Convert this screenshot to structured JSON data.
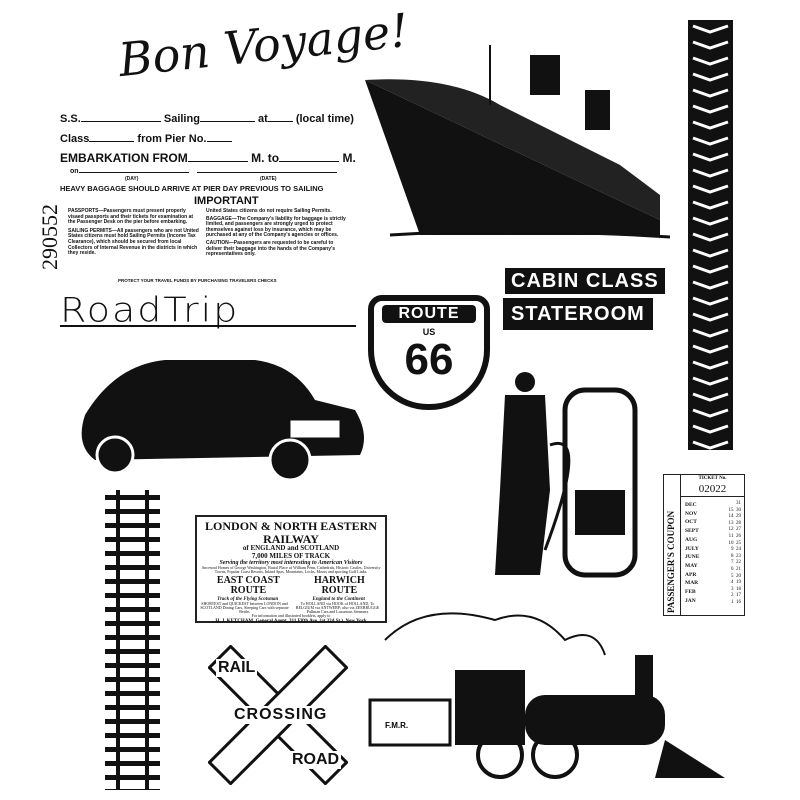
{
  "bon_voyage": {
    "title": "Bon Voyage!",
    "line1": {
      "ss": "S.S.",
      "sailing": "Sailing",
      "at": "at",
      "local": "(local time)"
    },
    "line2": {
      "class": "Class",
      "pier": "from Pier No."
    },
    "line3": {
      "embark": "EMBARKATION FROM",
      "m_to": "M. to",
      "m": "M."
    },
    "line4": {
      "on": "on",
      "day": "(DAY)",
      "date": "(DATE)"
    },
    "baggage": "HEAVY BAGGAGE SHOULD ARRIVE AT PIER DAY PREVIOUS TO SAILING",
    "important": "IMPORTANT",
    "serial": "290552",
    "passports": "PASSPORTS—Passengers must present properly visaed passports and their tickets for examination at the Passenger Desk on the pier before embarking.",
    "sailing_permits": "SAILING PERMITS—All passengers who are not United States citizens must hold Sailing Permits (Income Tax Clearance), which should be secured from local Collectors of Internal Revenue in the districts in which they reside.",
    "us_citizens": "United States citizens do not require Sailing Permits.",
    "baggage_note": "BAGGAGE—The Company's liability for baggage is strictly limited, and passengers are strongly urged to protect themselves against loss by insurance, which may be purchased at any of the Company's agencies or offices.",
    "caution": "CAUTION—Passengers are requested to be careful to deliver their baggage into the hands of the Company's representatives only.",
    "footer": "PROTECT YOUR TRAVEL FUNDS BY PURCHASING TRAVELERS CHECKS"
  },
  "road_trip": "RoadTrip",
  "route66": {
    "route": "ROUTE",
    "us": "US",
    "num": "66"
  },
  "cabin": {
    "cabin_class": "CABIN CLASS",
    "stateroom": "STATEROOM"
  },
  "lner": {
    "title": "LONDON & NORTH EASTERN RAILWAY",
    "sub": "of ENGLAND and SCOTLAND",
    "miles": "7,000 MILES OF TRACK",
    "serving": "Serving the territory most interesting to American Visitors",
    "desc": "Ancestral Homes of George Washington, Burial Place of William Penn, Cathedrals, Historic Castles, University Towns, Popular Coast Resorts, Inland Spas, Mountains, Lochs, Moors and sporting Golf Links.",
    "east": "EAST COAST ROUTE",
    "harwich": "HARWICH ROUTE",
    "east_sub": "Track of the Flying Scotsman",
    "harwich_sub": "England to the Continent",
    "east_desc": "SHORTEST and QUICKEST between LONDON and SCOTLAND Dining Cars, Sleeping Cars with separate Berths",
    "harwich_desc": "To HOLLAND via HOOK of HOLLAND, To BELGIUM via ANTWERP; also via ZEEBRUGGE Pullman Cars and Luxurious Steamers",
    "info": "For information and illustrated booklets, apply to",
    "agent": "H. J. KETCHAM, General Agent, 311 Fifth Ave. (at 32d St.), New York"
  },
  "coupon": {
    "side": "PASSENGER'S COUPON",
    "ticket_label": "TICKET No.",
    "ticket_no": "02022",
    "months": [
      "DEC",
      "NOV",
      "OCT",
      "SEPT",
      "AUG",
      "JULY",
      "JUNE",
      "MAY",
      "APR",
      "MAR",
      "FEB",
      "JAN"
    ],
    "days": [
      "31",
      "15  30",
      "14  29",
      "13  28",
      "12  27",
      "11  26",
      "10  25",
      "9  24",
      "8  23",
      "7  22",
      "6  21",
      "5  20",
      "4  19",
      "3  18",
      "2  17",
      "1  16"
    ]
  },
  "crossing": {
    "rail": "RAIL",
    "road": "ROAD",
    "crossing": "CROSSING"
  },
  "train_plate": "F.M.R."
}
